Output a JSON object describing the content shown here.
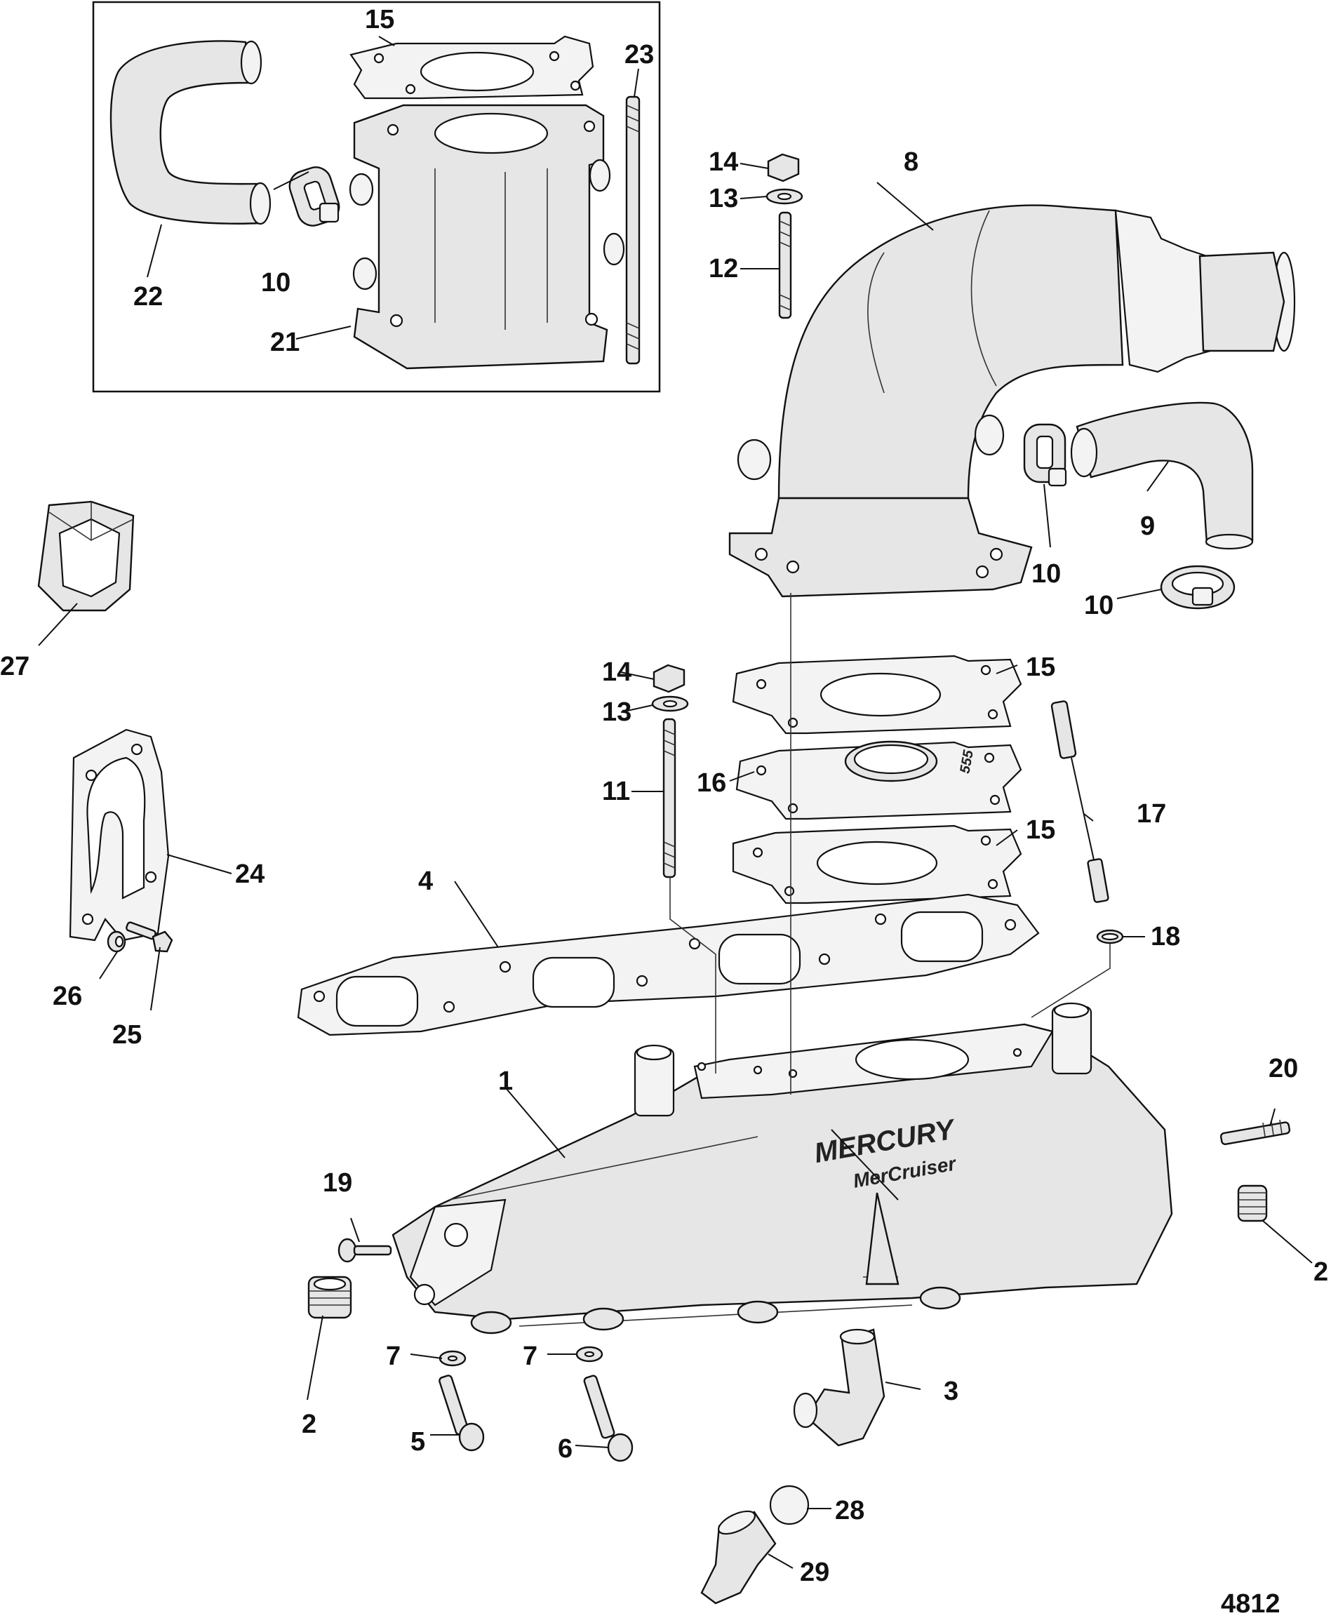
{
  "figure_number": "4812",
  "brand": {
    "logo": "MERCURY",
    "sub": "MerCruiser"
  },
  "gasket_marking": "555",
  "callouts": {
    "c1": "1",
    "c2a": "2",
    "c2b": "2",
    "c3": "3",
    "c4": "4",
    "c5": "5",
    "c6": "6",
    "c7a": "7",
    "c7b": "7",
    "c8": "8",
    "c9": "9",
    "c10a": "10",
    "c10b": "10",
    "c10c": "10",
    "c11": "11",
    "c12": "12",
    "c13a": "13",
    "c13b": "13",
    "c14a": "14",
    "c14b": "14",
    "c15a": "15",
    "c15b": "15",
    "c15c": "15",
    "c16": "16",
    "c17": "17",
    "c18": "18",
    "c19": "19",
    "c20": "20",
    "c21": "21",
    "c22": "22",
    "c23": "23",
    "c24": "24",
    "c25": "25",
    "c26": "26",
    "c27": "27",
    "c28": "28",
    "c29": "29"
  }
}
